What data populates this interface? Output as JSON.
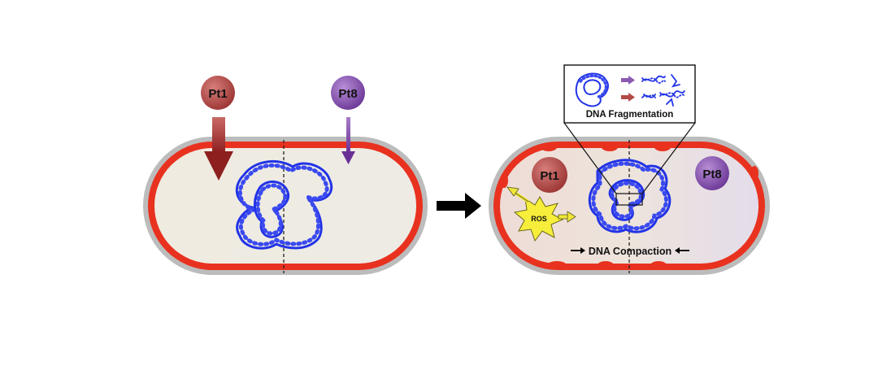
{
  "left_cell": {
    "particle_1": "Pt1",
    "particle_2": "Pt8"
  },
  "right_cell": {
    "particle_1": "Pt1",
    "particle_2": "Pt8",
    "ros_label": "ROS",
    "compaction_label": "DNA Compaction"
  },
  "inset": {
    "title": "DNA Fragmentation"
  },
  "colors": {
    "membrane_red": "#e8321f",
    "membrane_gray": "#b9b9b9",
    "cytoplasm": "#efebe2",
    "dna_blue": "#1f2ee8",
    "pt1_red": "#a8403d",
    "pt8_purple": "#7d49a6",
    "ros_yellow": "#f6ee3a",
    "transition_arrow": "#000000"
  },
  "icons": {
    "transition": "right-arrow-icon",
    "ros": "starburst-icon"
  }
}
